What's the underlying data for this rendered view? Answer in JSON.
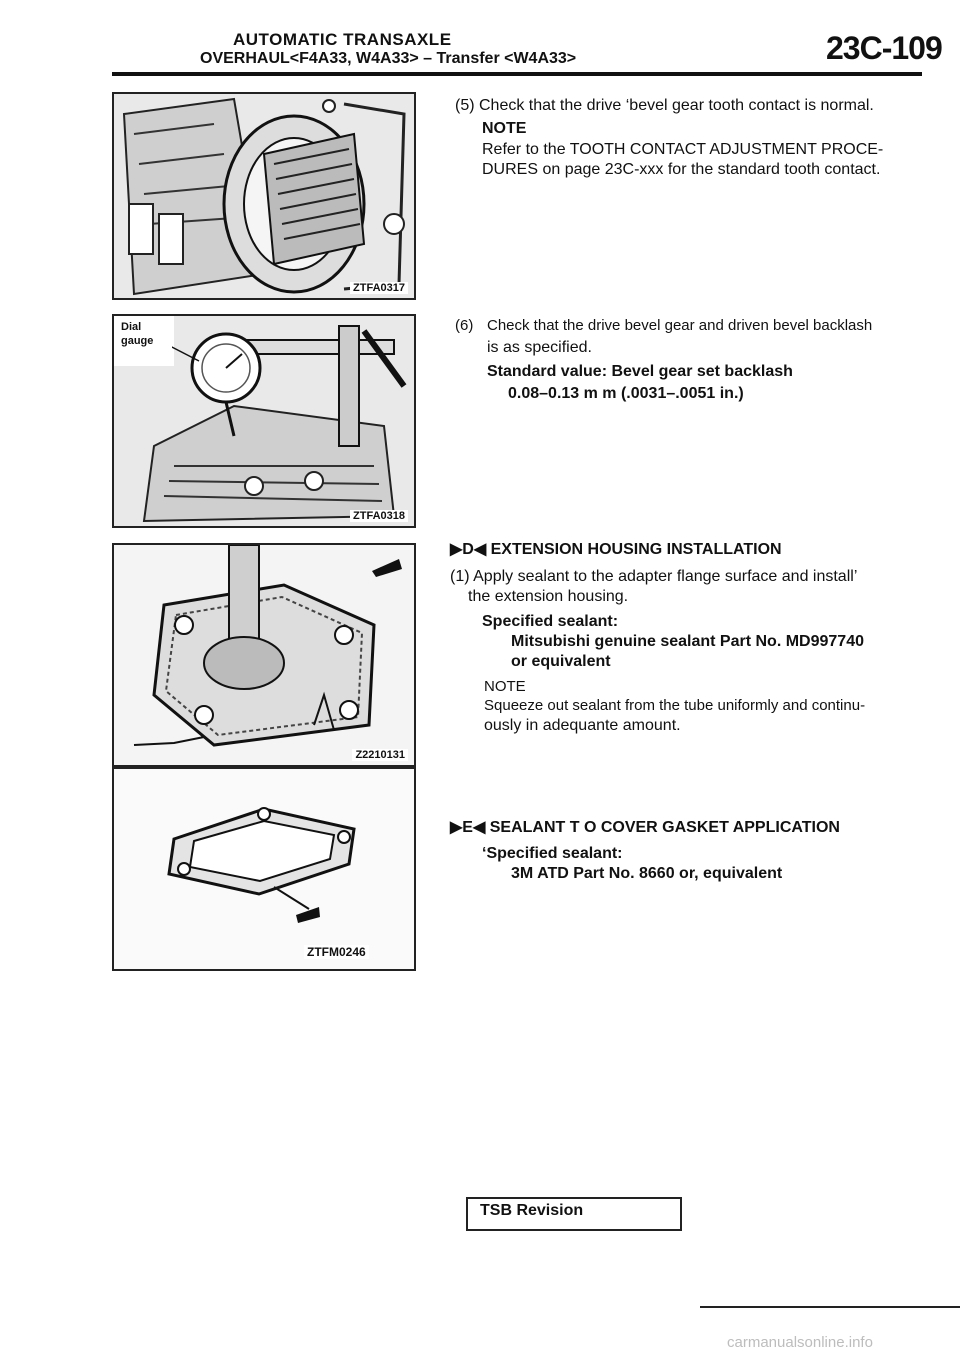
{
  "header": {
    "title_line1": "AUTOMATIC TRANSAXLE",
    "title_line2": "OVERHAUL<F4A33, W4A33> – Transfer <W4A33>",
    "page_number": "23C-109"
  },
  "figures": [
    {
      "code": "ZTFA0317"
    },
    {
      "code": "ZTFA0318",
      "callout": "Dial gauge"
    },
    {
      "code": "Z2210131"
    },
    {
      "code": "ZTFM0246"
    }
  ],
  "step5": {
    "text": "(5) Check that the drive ‘bevel gear tooth contact is normal.",
    "note_heading": "NOTE",
    "note_line1": "Refer to the TOOTH CONTACT ADJUSTMENT PROCE-",
    "note_line2": "DURES on page 23C-xxx for the standard tooth contact."
  },
  "step6": {
    "num": "(6)",
    "line1": "Check that the drive bevel gear and driven bevel backlash",
    "line2": "is as specified.",
    "std_label": "Standard value: Bevel gear set backlash",
    "std_value": "0.08–0.13 m m (.0031–.0051 in.)"
  },
  "section_d": {
    "heading": "▶D◀ EXTENSION HOUSING INSTALLATION",
    "step1_line1": "(1) Apply sealant to the adapter flange surface and install’",
    "step1_line2": "the extension housing.",
    "spec_label": "Specified sealant:",
    "spec_line1": "Mitsubishi genuine sealant Part No. MD997740",
    "spec_line2": "or equivalent",
    "note_heading": "NOTE",
    "note_line1": "Squeeze out sealant from the tube uniformly and continu-",
    "note_line2": "ously in adequante amount."
  },
  "section_e": {
    "heading": "▶E◀ SEALANT T O COVER GASKET APPLICATION",
    "spec_label": "‘Specified sealant:",
    "spec_value": "3M ATD Part No. 8660 or, equivalent"
  },
  "footer": {
    "tsb_label": "TSB Revision",
    "site": "carmanualsonline.info"
  }
}
